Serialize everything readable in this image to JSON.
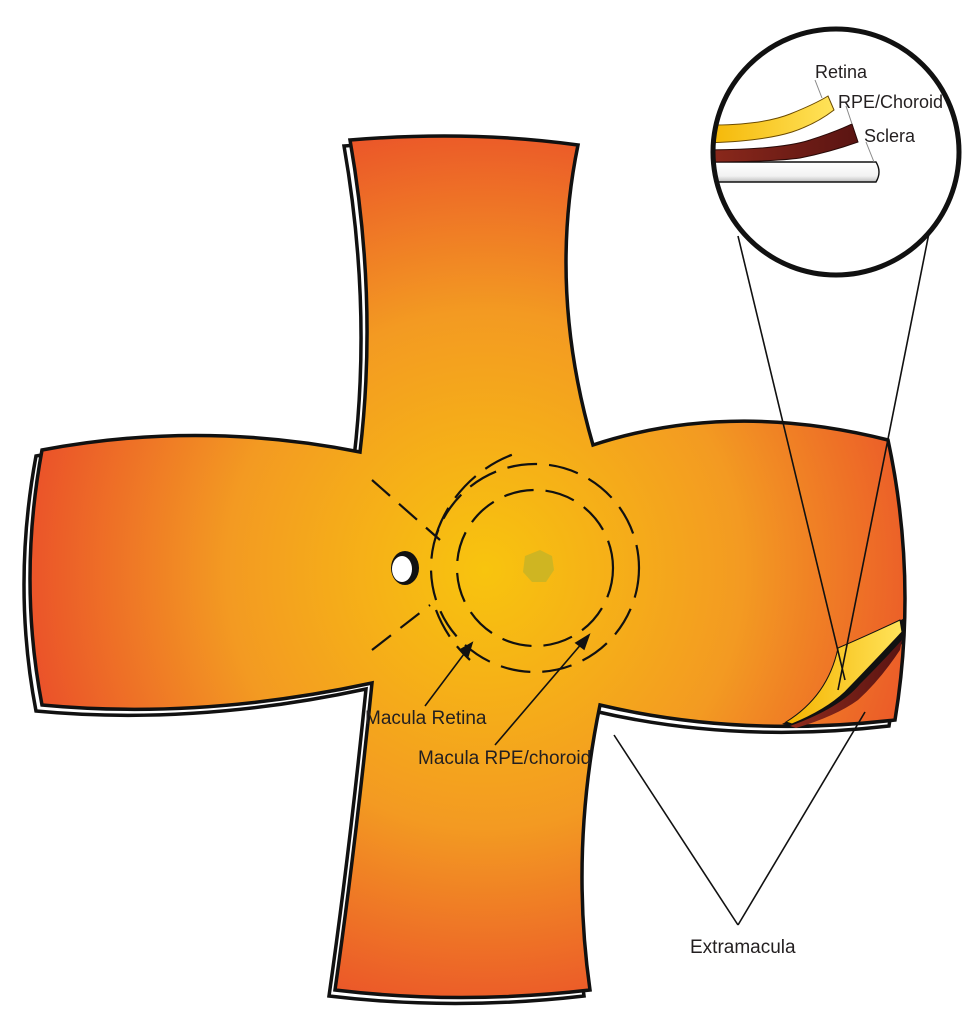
{
  "labels": {
    "retina": "Retina",
    "rpe_choroid": "RPE/Choroid",
    "sclera": "Sclera",
    "macula_retina": "Macula Retina",
    "macula_rpe_choroid": "Macula RPE/choroid",
    "extramacula": "Extramacula"
  },
  "colors": {
    "retina_center": "#f8c40e",
    "retina_edge": "#ea4f2a",
    "retina_layer": "#f5c400",
    "rpe_choroid_layer": "#7a1f1a",
    "sclera_layer": "#ffffff",
    "fovea": "#c8b426",
    "outline": "#111111"
  }
}
